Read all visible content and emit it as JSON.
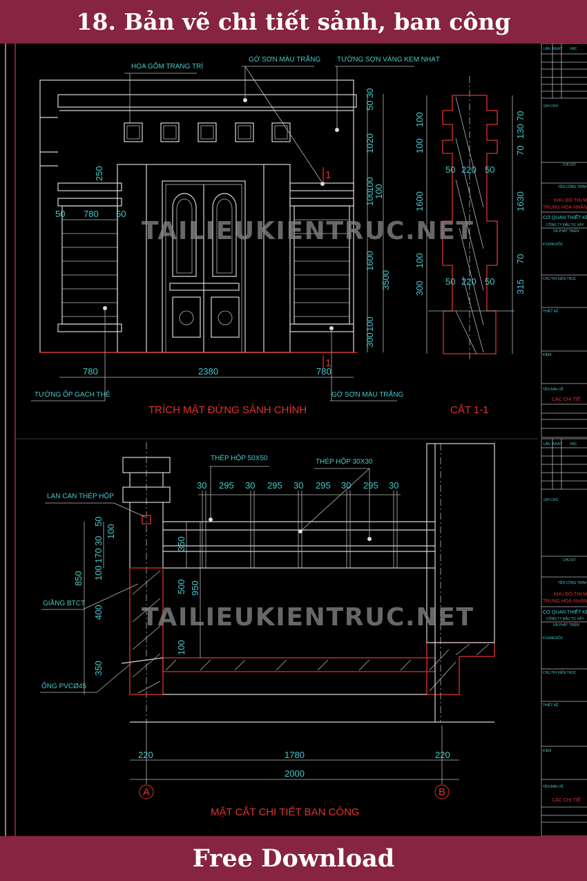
{
  "header": {
    "title": "18. Bản vẽ chi tiết sảnh, ban công"
  },
  "footer": {
    "label": "Free Download"
  },
  "watermark": "TAILIEUKIENTRUC.NET",
  "elevation": {
    "title": "TRÍCH MẶT ĐỨNG SẢNH CHÍNH",
    "labels": {
      "ornament": "HOA GỐM TRANG TRÍ",
      "ledge": "GỜ SƠN MÀU TRẮNG",
      "wall": "TƯỜNG SƠN VÀNG KEM NHẠT",
      "tile": "TƯỜNG ỐP GẠCH THẺ",
      "ledge2": "GỜ SƠN MÀU TRẮNG"
    },
    "section_mark": "1",
    "dims": {
      "w_left": "780",
      "w_mid": "2380",
      "w_right": "780",
      "h250": "250",
      "p50a": "50",
      "p780": "780",
      "p50b": "50",
      "r5030": "50 30",
      "r1020": "1020",
      "r100a": "100",
      "r100b": "100",
      "r100c": "100",
      "r1600": "1600",
      "r100d": "100",
      "r300": "300",
      "r3500": "3500"
    }
  },
  "section11": {
    "title": "CẮT 1-1",
    "left": [
      "100",
      "100",
      "1600",
      "100",
      "300"
    ],
    "right": [
      "70",
      "130",
      "70",
      "1630",
      "70",
      "315"
    ],
    "mid": [
      "50",
      "220",
      "50"
    ]
  },
  "balcony": {
    "title": "MẶT CẮT CHI TIẾT BAN CÔNG",
    "labels": {
      "steel50": "THÉP HỘP 50X50",
      "steel30": "THÉP HỘP 30X30",
      "railing": "LAN CAN THÉP HỘP",
      "beam": "GIẰNG BTCT",
      "pipe": "ỐNG PVCØ45"
    },
    "top_dims": [
      "30",
      "295",
      "30",
      "295",
      "30",
      "295",
      "30",
      "295",
      "30"
    ],
    "left_dims": {
      "d50": "50",
      "d100": "100",
      "d30": "30",
      "d170": "170",
      "d100b": "100",
      "d850": "850",
      "d400": "400",
      "d350": "350",
      "d350b": "350",
      "d950": "950",
      "d500": "500",
      "d100c": "100"
    },
    "bottom_dims": {
      "a": "220",
      "b": "1780",
      "c": "220",
      "total": "2000"
    },
    "axes": [
      "A",
      "B"
    ]
  },
  "title_block": {
    "rev_cols": [
      "LẦN",
      "NGÀY",
      "XÁC"
    ],
    "notes": "GHI CHÚ",
    "owner": "CHỦ ĐT",
    "project_label": "TÊN CÔNG TRÌNH",
    "project": [
      "KHU ĐÔ THỊ M",
      "TRUNG HÒA-NHÂN"
    ],
    "designer_label": "CƠ QUAN THIẾT KẾ",
    "designer": [
      "CÔNG TY ĐẦU TƯ XÂY",
      "VÀ PHÁT TRIỂN"
    ],
    "director": "P.GIÁM ĐỐC",
    "arch": "CHỦ TRÌ KIẾN TRÚC",
    "design": "THIẾT KẾ",
    "check": "KIỂM",
    "drawing_label": "TÊN BẢN VẼ",
    "drawing": "CÁC CHI TIẾ"
  }
}
